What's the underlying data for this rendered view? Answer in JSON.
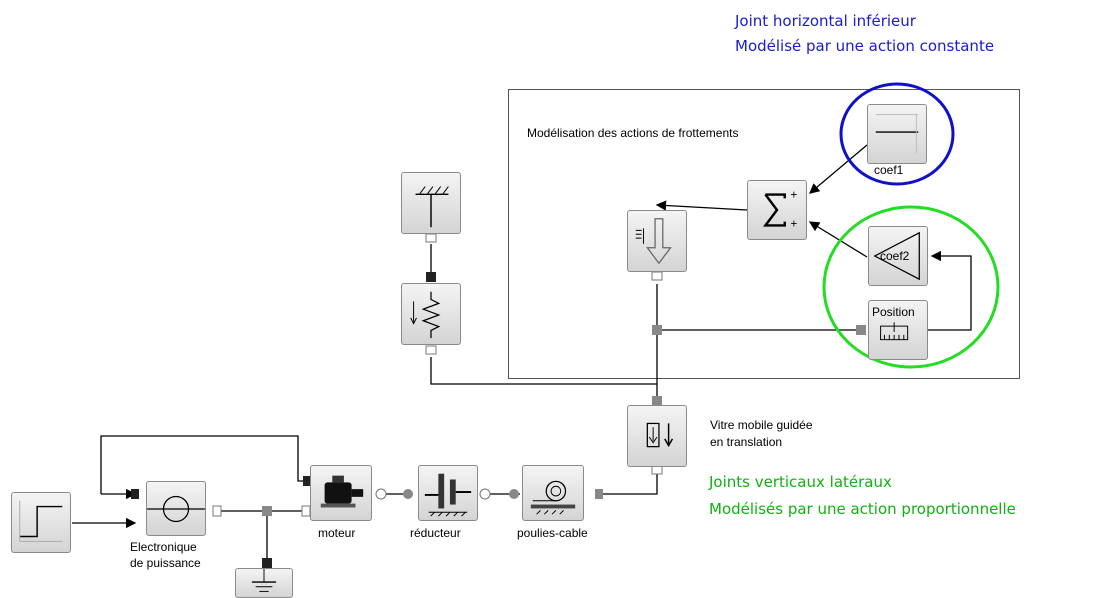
{
  "annotations": {
    "blue_line1": "Joint horizontal inférieur",
    "blue_line2": "Modélisé par une action constante",
    "green_line1": "Joints verticaux latéraux",
    "green_line2": "Modélisés par une action proportionnelle"
  },
  "frame": {
    "title": "Modélisation des actions de frottements"
  },
  "blocks": {
    "coef1": "coef1",
    "coef2": "coef2",
    "position": "Position",
    "vitre_line1": "Vitre mobile guidée",
    "vitre_line2": "en translation",
    "moteur": "moteur",
    "reducteur": "réducteur",
    "poulies": "poulies-cable",
    "electronique_line1": "Electronique",
    "electronique_line2": "de puissance"
  },
  "colors": {
    "blue_circle": "#1010cc",
    "green_circle": "#22dd22"
  }
}
